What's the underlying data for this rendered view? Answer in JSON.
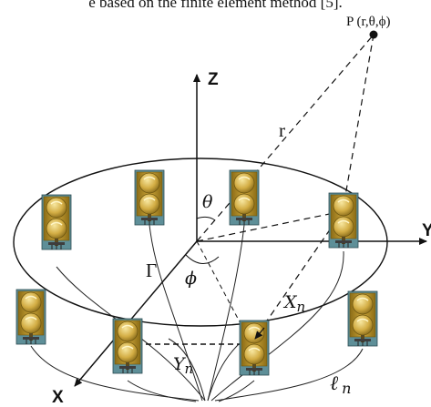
{
  "caption_fragment": "e based on the finite element method [5].",
  "point_label": "P (r,θ,ϕ)",
  "axes": {
    "z": "Z",
    "y": "Y",
    "x": "X"
  },
  "labels": {
    "r": "r",
    "theta": "θ",
    "phi": "ϕ",
    "gamma": "Γ",
    "x_n": "X",
    "x_n_sub": "n",
    "y_n": "Y",
    "y_n_sub": "n",
    "l_n": "ℓ",
    "l_n_sub": "n"
  },
  "colors": {
    "module_body": "#c9a238",
    "module_base": "#5e8f98",
    "module_edge": "#6e5710",
    "line": "#111111"
  },
  "module_count": 8
}
